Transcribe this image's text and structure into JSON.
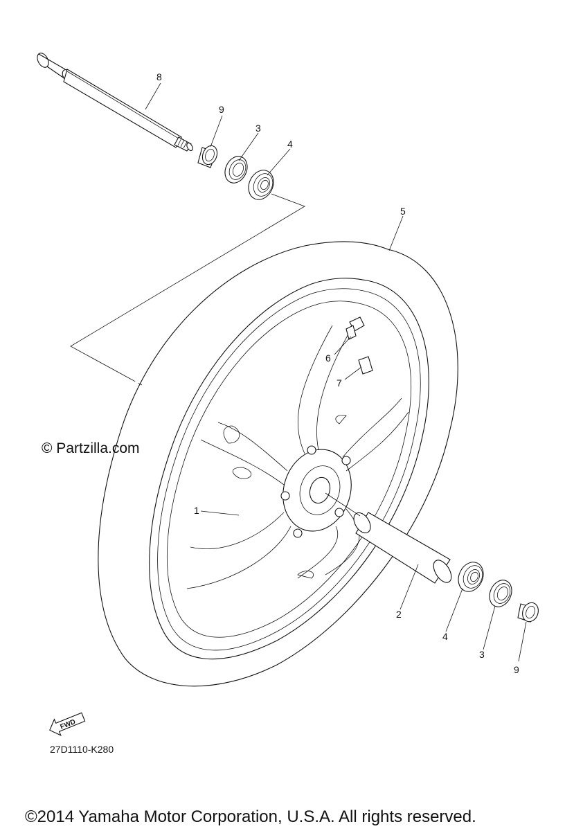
{
  "watermark": "© Partzilla.com",
  "diagram_code": "27D1110-K280",
  "fwd_label": "FWD",
  "copyright": "©2014 Yamaha Motor Corporation, U.S.A. All rights reserved.",
  "callouts": {
    "axle_top": "8",
    "collar_top": "9",
    "seal_top": "3",
    "bearing_top": "4",
    "tire": "5",
    "valve": "6",
    "weight": "7",
    "wheel": "1",
    "spacer": "2",
    "bearing_bottom": "4",
    "seal_bottom": "3",
    "collar_bottom": "9"
  }
}
